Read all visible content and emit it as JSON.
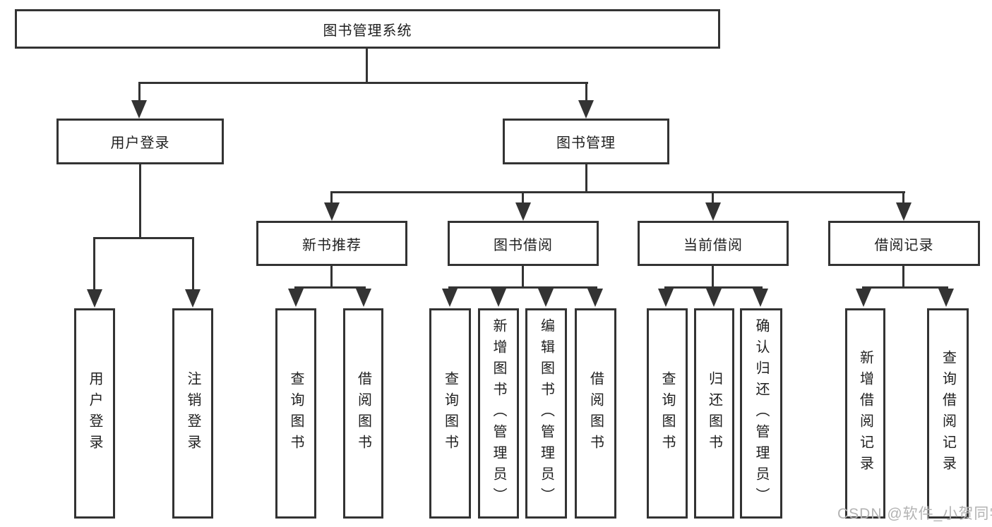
{
  "diagram_type": "hierarchy-tree",
  "tree": {
    "root": {
      "label": "图书管理系统"
    },
    "branches": [
      {
        "label": "用户登录",
        "children": [
          {
            "label": "用户登录"
          },
          {
            "label": "注销登录"
          }
        ]
      },
      {
        "label": "图书管理",
        "children": [
          {
            "label": "新书推荐",
            "children": [
              {
                "label": "查询图书"
              },
              {
                "label": "借阅图书"
              }
            ]
          },
          {
            "label": "图书借阅",
            "children": [
              {
                "label": "查询图书"
              },
              {
                "label": "新增图书（管理员）"
              },
              {
                "label": "编辑图书（管理员）"
              },
              {
                "label": "借阅图书"
              }
            ]
          },
          {
            "label": "当前借阅",
            "children": [
              {
                "label": "查询图书"
              },
              {
                "label": "归还图书"
              },
              {
                "label": "确认归还（管理员）"
              }
            ]
          },
          {
            "label": "借阅记录",
            "children": [
              {
                "label": "新增借阅记录"
              },
              {
                "label": "查询借阅记录"
              }
            ]
          }
        ]
      }
    ]
  },
  "watermark": {
    "text": "CSDN @软件_小贺同学"
  },
  "colors": {
    "line": "#333333",
    "box_border": "#333333",
    "text": "#1f1f1f",
    "watermark": "#b3b3b3",
    "background": "#ffffff"
  }
}
